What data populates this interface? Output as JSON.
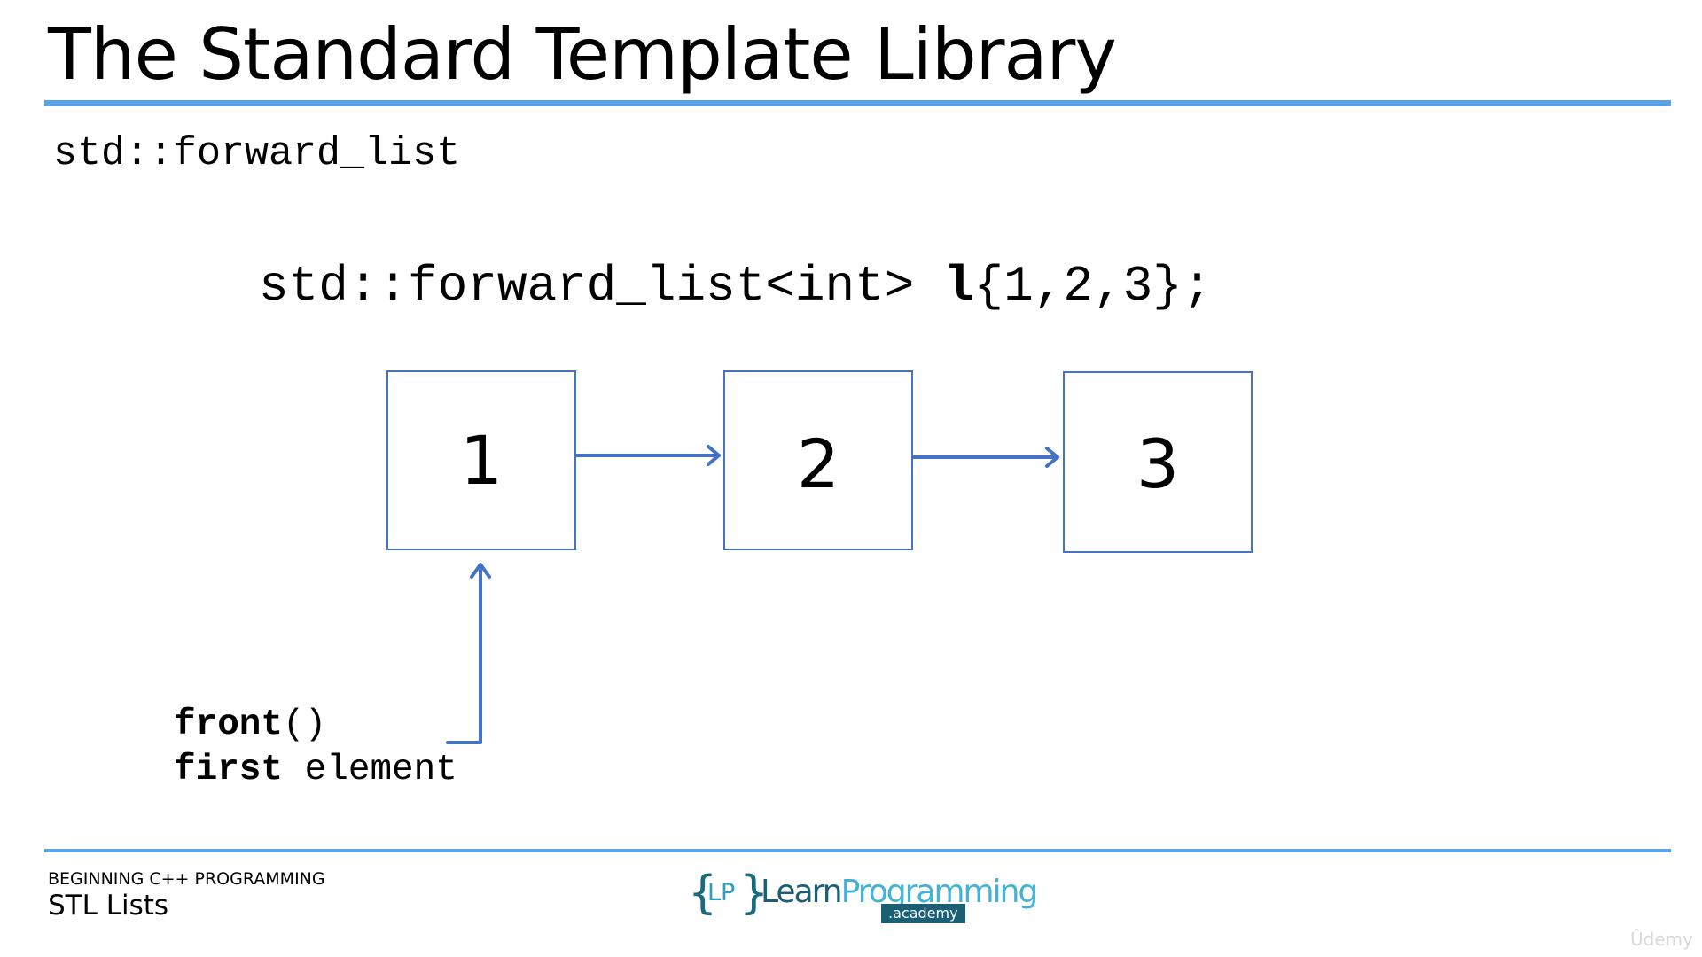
{
  "slide": {
    "title": "The Standard Template Library",
    "subtitle": "std::forward_list"
  },
  "code": {
    "prefix": "std::forward_list<int> ",
    "var": "l",
    "suffix": "{1,2,3};"
  },
  "list_nodes": [
    "1",
    "2",
    "3"
  ],
  "front_label": {
    "method": "front",
    "parens": "()",
    "first_word": "first",
    "rest": " element"
  },
  "footer": {
    "course": "BEGINNING C++ PROGRAMMING",
    "topic": "STL Lists"
  },
  "logo": {
    "brace_left": "{",
    "lp": "LP",
    "brace_right": "}",
    "learn": "Learn",
    "programming": "Programming",
    "academy": ".academy"
  },
  "watermark": "Ûdemy",
  "colors": {
    "accent_rule": "#5aa3e6",
    "arrow": "#4472c4",
    "node_border": "#4472c4"
  }
}
